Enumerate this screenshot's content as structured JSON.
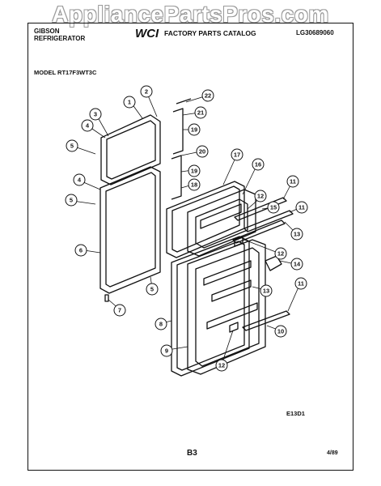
{
  "watermark": "AppliancePartsPros.com",
  "header": {
    "brand": "GIBSON",
    "product": "REFRIGERATOR",
    "logo_text": "WCI",
    "catalog_title": "FACTORY PARTS CATALOG",
    "catalog_number": "LG30689060"
  },
  "model_label": "MODEL RT17F3WT3C",
  "callouts": [
    "1",
    "2",
    "3",
    "4",
    "5",
    "4",
    "5",
    "6",
    "7",
    "5",
    "22",
    "21",
    "19",
    "20",
    "19",
    "18",
    "17",
    "16",
    "15",
    "11",
    "12",
    "11",
    "13",
    "12",
    "14",
    "13",
    "11",
    "8",
    "10",
    "9",
    "12"
  ],
  "footer": {
    "figure_code": "E13D1",
    "page_number": "B3",
    "date": "4/89"
  },
  "colors": {
    "ink": "#111111",
    "paper": "#ffffff"
  }
}
